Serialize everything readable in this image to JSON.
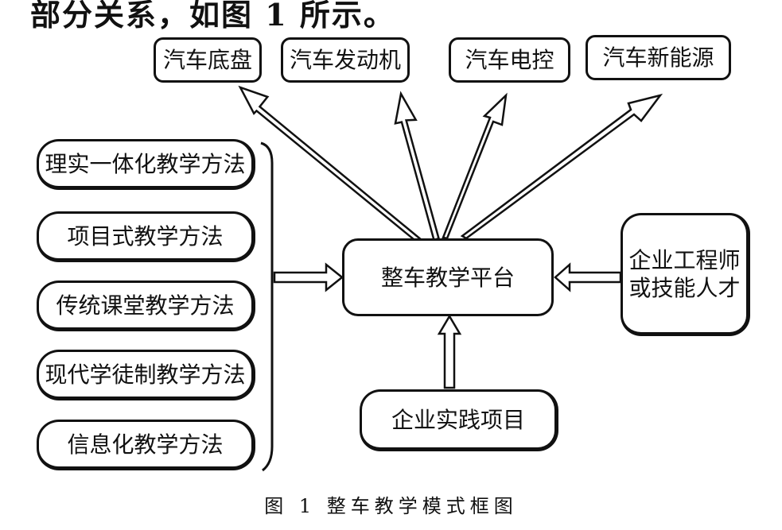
{
  "top_text": "部分关系，如图 1 所示。",
  "top_modules": [
    "汽车底盘",
    "汽车发动机",
    "汽车电控",
    "汽车新能源"
  ],
  "methods": [
    "理实一体化教学方法",
    "项目式教学方法",
    "传统课堂教学方法",
    "现代学徒制教学方法",
    "信息化教学方法"
  ],
  "center": "整车教学平台",
  "right_box": [
    "企业工程师",
    "或技能人才"
  ],
  "bottom_box": "企业实践项目",
  "caption": "图 1  整车教学模式框图"
}
